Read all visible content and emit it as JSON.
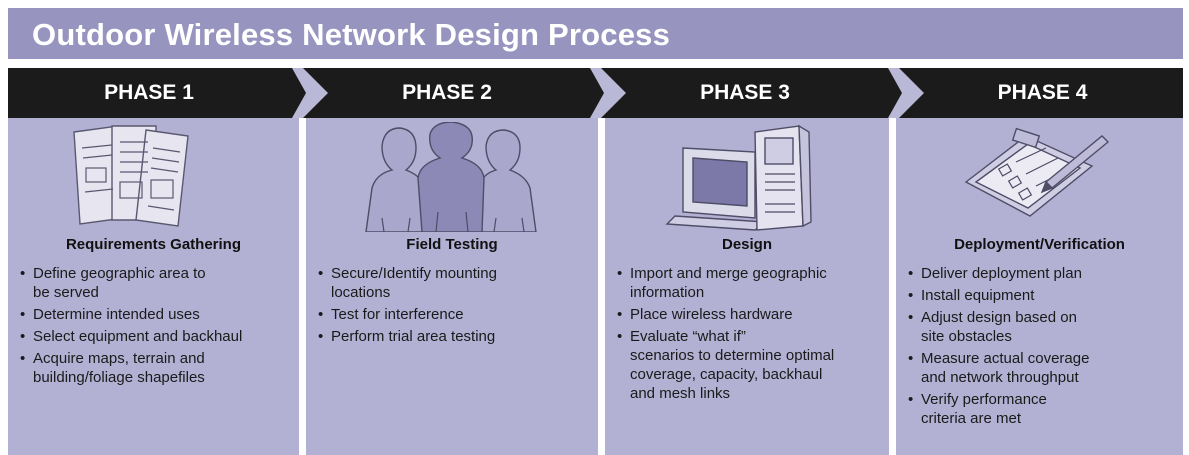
{
  "title": "Outdoor Wireless Network Design Process",
  "colors": {
    "title_bar": "#9795bf",
    "phase_bar": "#1c1b1b",
    "column": "#b3b1d3",
    "chevron": "#b9b8d6"
  },
  "phases": [
    {
      "label": "PHASE 1",
      "icon": "documents-icon",
      "heading": "Requirements Gathering",
      "items": [
        "Define geographic area to\nbe served",
        "Determine intended uses",
        "Select equipment and backhaul",
        "Acquire maps, terrain and\nbuilding/foliage shapefiles"
      ]
    },
    {
      "label": "PHASE 2",
      "icon": "people-icon",
      "heading": "Field Testing",
      "items": [
        "Secure/Identify mounting\nlocations",
        "Test for interference",
        "Perform trial area testing"
      ]
    },
    {
      "label": "PHASE 3",
      "icon": "computer-icon",
      "heading": "Design",
      "items": [
        "Import and merge geographic\ninformation",
        "Place wireless hardware",
        "Evaluate “what if”\nscenarios to determine optimal\ncoverage, capacity, backhaul\nand mesh links"
      ]
    },
    {
      "label": "PHASE 4",
      "icon": "clipboard-checklist-icon",
      "heading": "Deployment/Verification",
      "items": [
        "Deliver deployment plan",
        "Install equipment",
        "Adjust design based on\nsite obstacles",
        "Measure actual coverage\nand network throughput",
        "Verify performance\ncriteria are met"
      ]
    }
  ]
}
